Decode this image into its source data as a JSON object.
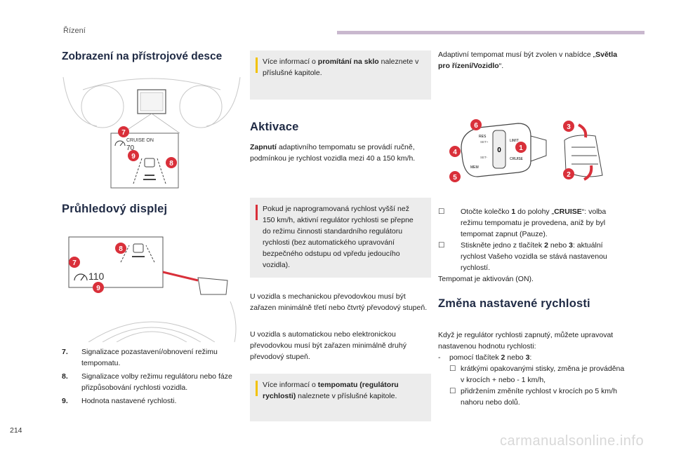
{
  "header": {
    "section": "Řízení"
  },
  "col1": {
    "heading1": "Zobrazení na přístrojové desce",
    "fig1": {
      "cruise_label": "CRUISE ON",
      "speed": "70",
      "callouts": [
        "7",
        "9",
        "8"
      ]
    },
    "heading2": "Průhledový displej",
    "fig2": {
      "speed": "110",
      "callouts": [
        "8",
        "7",
        "9"
      ]
    },
    "list": [
      {
        "num": "7.",
        "text": "Signalizace pozastavení/obnovení režimu tempomatu."
      },
      {
        "num": "8.",
        "text": "Signalizace volby režimu regulátoru nebo fáze přizpůsobování rychlosti vozidla."
      },
      {
        "num": "9.",
        "text": "Hodnota nastavené rychlosti."
      }
    ]
  },
  "col2": {
    "info1": {
      "pre": "Více informací o ",
      "bold": "promítání na sklo",
      "post": " naleznete v příslušné kapitole."
    },
    "heading": "Aktivace",
    "p1_bold": "Zapnutí",
    "p1_rest": " adaptivního tempomatu se provádí ručně, podmínkou je rychlost vozidla mezi 40 a 150 km/h.",
    "warning": "Pokud je naprogramovaná rychlost vyšší než 150 km/h, aktivní regulátor rychlosti se přepne do režimu činnosti standardního regulátoru rychlosti (bez automatického upravování bezpečného odstupu od vpředu jedoucího vozidla).",
    "p2": "U vozidla s mechanickou převodovkou musí být zařazen minimálně třetí nebo čtvrtý převodový stupeň.",
    "p3": "U vozidla s automatickou nebo elektronickou převodovkou musí být zařazen minimálně druhý převodový stupeň.",
    "info2": {
      "pre": "Více informací o ",
      "bold": "tempomatu (regulátoru rychlosti)",
      "post": " naleznete v příslušné kapitole."
    }
  },
  "col3": {
    "intro_pre": "Adaptivní tempomat musí být zvolen v nabídce „",
    "intro_bold": "Světla pro řízení/Vozidlo",
    "intro_post": "“.",
    "fig": {
      "callouts": [
        "6",
        "3",
        "4",
        "1",
        "5",
        "2"
      ],
      "stalk_labels": [
        "LIMIT",
        "0",
        "CRUISE",
        "MEM",
        "SET+",
        "SET-",
        "RES"
      ]
    },
    "step1_pre": "Otočte kolečko ",
    "step1_num": "1",
    "step1_mid": " do polohy „",
    "step1_bold": "CRUISE",
    "step1_post": "“: volba režimu tempomatu je provedena, aniž by byl tempomat zapnut (Pauze).",
    "step2_pre": "Stiskněte jedno z tlačítek ",
    "step2_a": "2",
    "step2_mid": " nebo ",
    "step2_b": "3",
    "step2_post": ": aktuální rychlost Vašeho vozidla se stává nastavenou rychlostí.",
    "activated": "Tempomat je aktivován (ON).",
    "heading": "Změna nastavené rychlosti",
    "p1": "Když je regulátor rychlosti zapnutý, můžete upravovat nastavenou hodnotu rychlosti:",
    "dash_pre": "pomocí tlačítek ",
    "dash_a": "2",
    "dash_mid": " nebo ",
    "dash_b": "3",
    "dash_post": ":",
    "sub1": "krátkými opakovanými stisky, změna je prováděna v krocích + nebo - 1 km/h,",
    "sub2": "přidržením změníte rychlost v krocích po 5 km/h nahoru nebo dolů."
  },
  "footer": {
    "page": "214",
    "watermark": "carmanualsonline.info"
  },
  "colors": {
    "info_bar": "#f2c200",
    "warn_bar": "#d9303a",
    "callout": "#d9303a",
    "accent_bar": "#c9b8ce"
  }
}
